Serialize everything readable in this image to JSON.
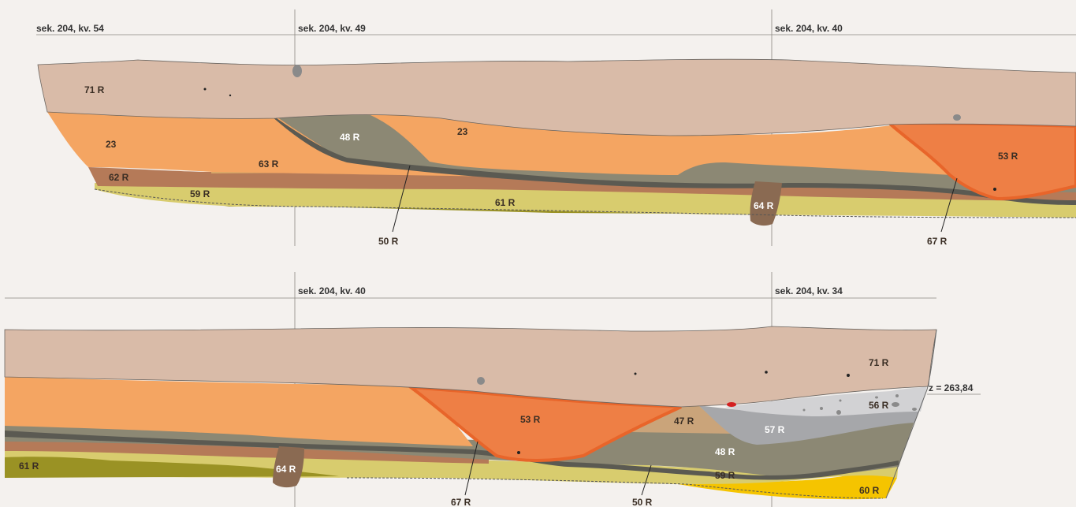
{
  "colors": {
    "layer_71R": "#d9bba8",
    "layer_23": "#f4a562",
    "layer_48R": "#8c8874",
    "layer_63R": "#d8a868",
    "layer_62R": "#b57a58",
    "layer_59R": "#d8cc6e",
    "layer_61R": "#9a9224",
    "layer_50R": "#5b5a52",
    "layer_53R": "#ee7f45",
    "layer_53R_edge": "#e8652a",
    "layer_64R": "#8a6a52",
    "layer_47R": "#caa47a",
    "layer_57R": "#a6a7aa",
    "layer_56R": "#d2d2d4",
    "layer_60R": "#f5c400",
    "stone": "#8a8a8a",
    "red_inclusion": "#d42020"
  },
  "profile_top": {
    "section_labels": [
      "sek. 204, kv. 54",
      "sek. 204,  kv. 49",
      "sek. 204, kv. 40"
    ],
    "layer_labels": {
      "l71": "71 R",
      "l23a": "23",
      "l48": "48 R",
      "l23b": "23",
      "l53": "53 R",
      "l63": "63 R",
      "l62": "62 R",
      "l59": "59 R",
      "l61": "61 R",
      "l64": "64 R",
      "l50": "50 R",
      "l67": "67 R"
    }
  },
  "profile_bottom": {
    "section_labels": [
      "sek. 204, kv. 40",
      "sek. 204, kv. 34"
    ],
    "elevation": "z = 263,84",
    "layer_labels": {
      "l71": "71 R",
      "l56": "56 R",
      "l53": "53 R",
      "l47": "47 R",
      "l57": "57 R",
      "l48": "48 R",
      "l61": "61 R",
      "l64": "64 R",
      "l59": "59 R",
      "l60": "60 R",
      "l67": "67 R",
      "l50": "50 R"
    }
  }
}
